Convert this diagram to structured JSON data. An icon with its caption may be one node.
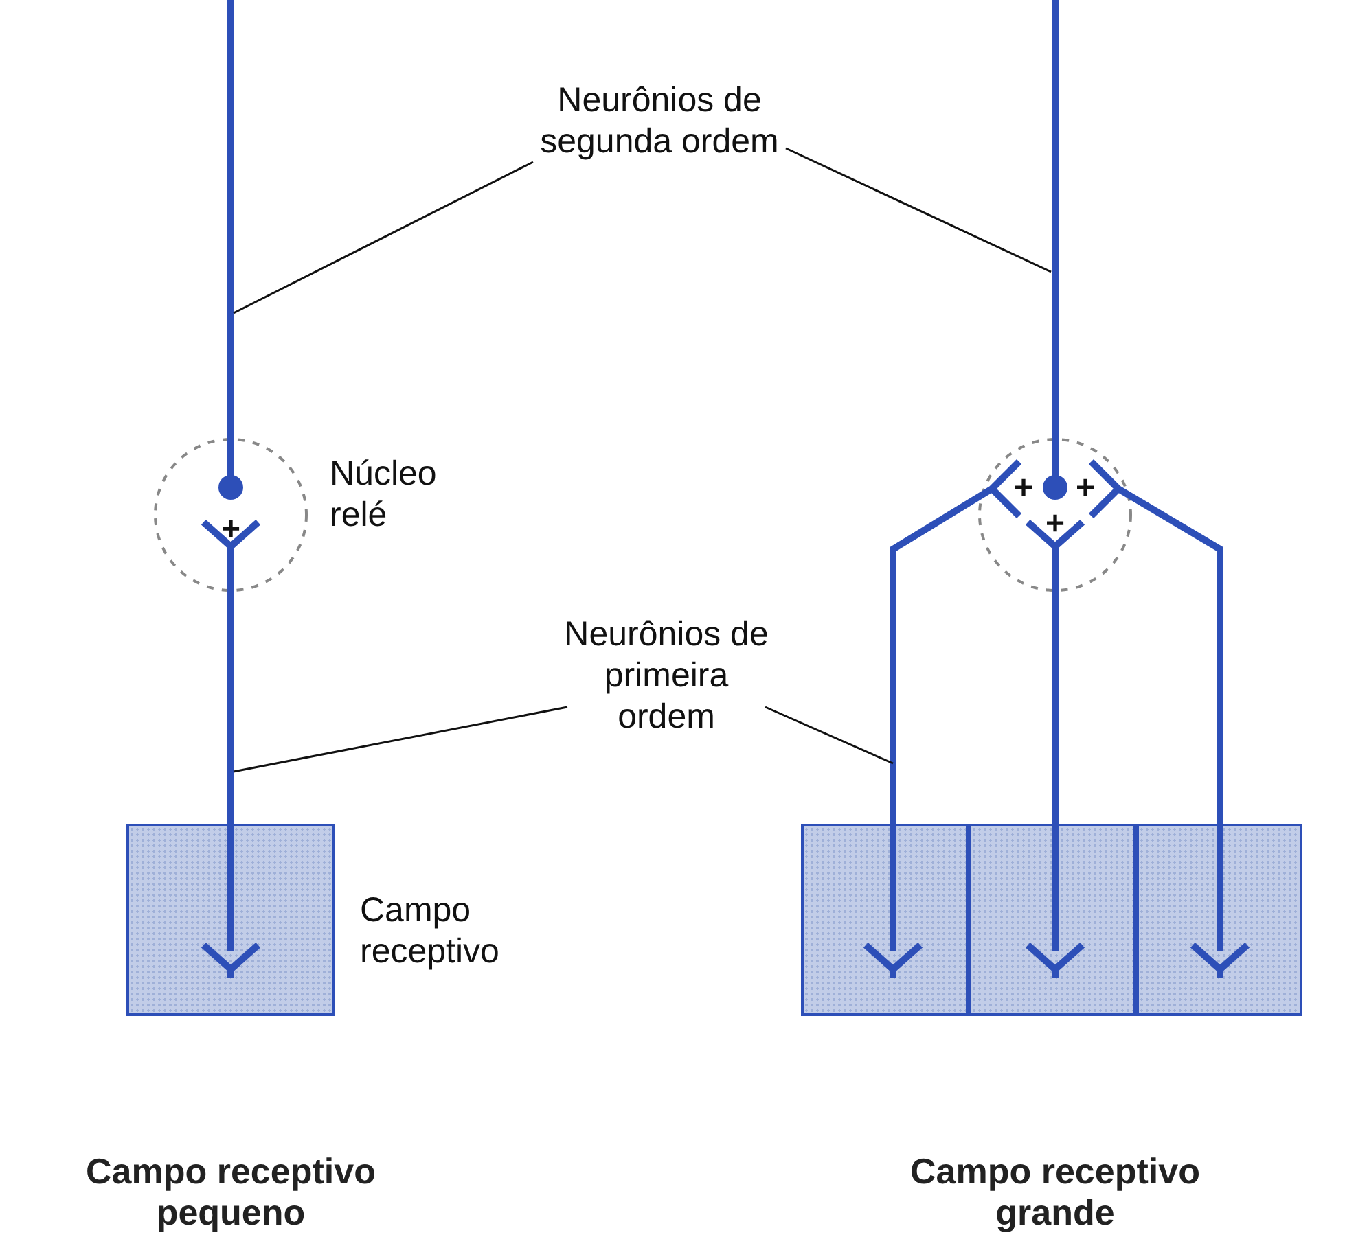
{
  "diagram": {
    "nodes": [
      {
        "text": [
          "Neurônios de segunda ordem"
        ]
      },
      {
        "text": [
          "Núcleo relé"
        ]
      },
      {
        "text": [
          "Neurônios de primeira ordem"
        ]
      },
      {
        "text": [],
        "shape": "box",
        "beside": [
          "Campo receptivo"
        ]
      },
      {
        "text": [],
        "shape": "box"
      },
      {
        "text": [],
        "shape": "box"
      },
      {
        "text": [],
        "shape": "box"
      }
    ],
    "edges": [
      {
        "from": 0,
        "to": null,
        "arrow": "none"
      },
      {
        "from": 0,
        "to": null,
        "arrow": "none"
      },
      {
        "from": 2,
        "to": null,
        "arrow": "none"
      },
      {
        "from": 2,
        "to": null,
        "arrow": "none"
      }
    ],
    "labels": [
      "+",
      "+",
      "+",
      "+",
      "Campo receptivo pequeno",
      "Campo receptivo grande"
    ]
  }
}
